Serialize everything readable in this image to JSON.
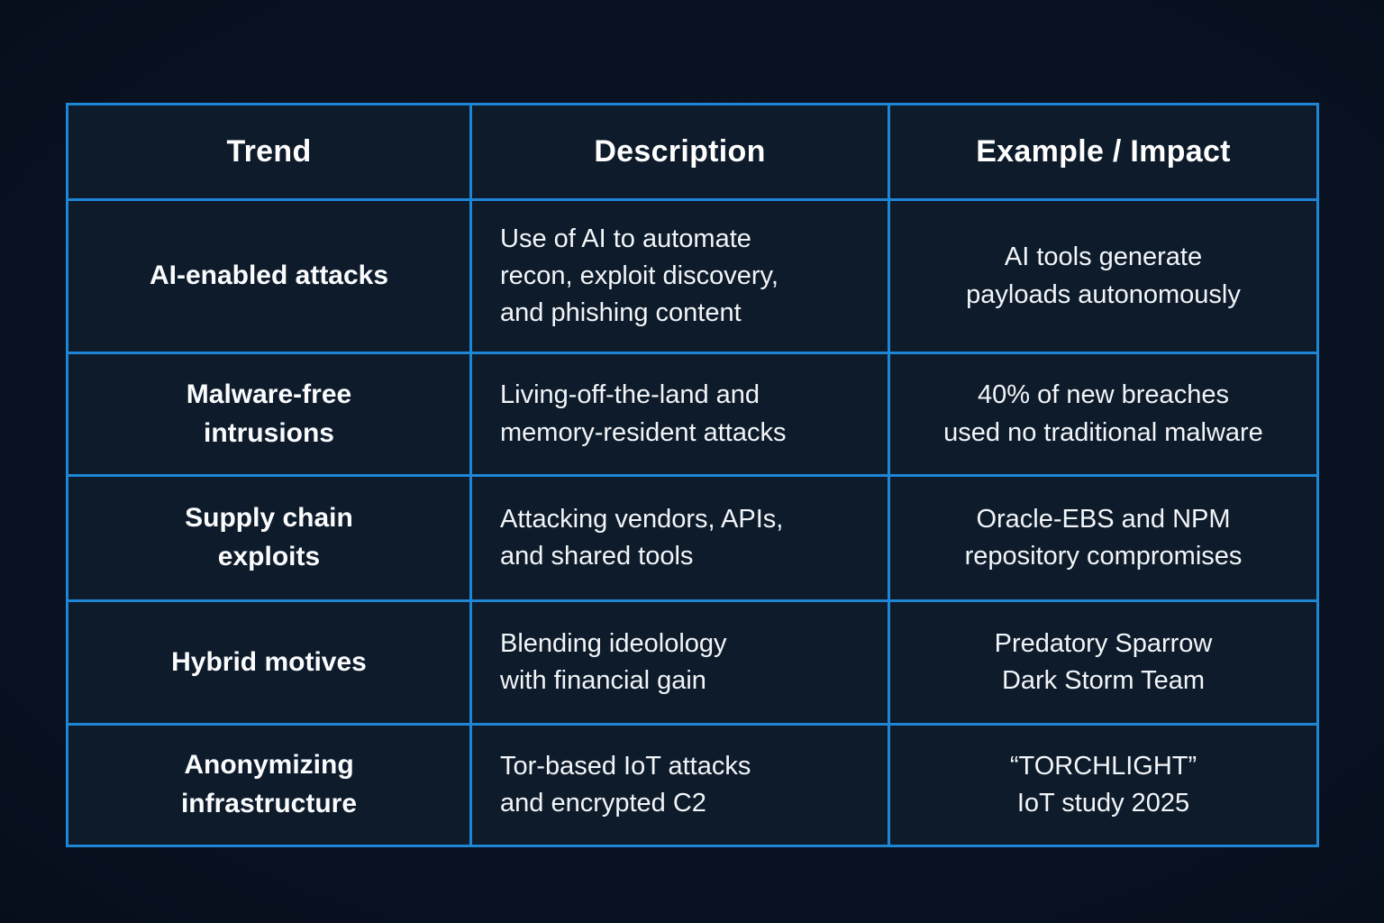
{
  "table": {
    "columns": [
      {
        "label": "Trend"
      },
      {
        "label": "Description"
      },
      {
        "label": "Example / Impact"
      }
    ],
    "rows": [
      {
        "trend": "AI-enabled attacks",
        "description": "Use of AI to automate\nrecon, exploit discovery,\nand phishing content",
        "example": "AI tools generate\npayloads autonomously"
      },
      {
        "trend": "Malware-free\nintrusions",
        "description": "Living-off-the-land and\nmemory-resident attacks",
        "example": "40% of new breaches\nused no traditional malware"
      },
      {
        "trend": "Supply chain\nexploits",
        "description": "Attacking vendors, APIs,\nand shared tools",
        "example": "Oracle-EBS and NPM\nrepository compromises"
      },
      {
        "trend": "Hybrid motives",
        "description": "Blending ideolology\nwith financial gain",
        "example": "Predatory Sparrow\nDark Storm Team"
      },
      {
        "trend": "Anonymizing\ninfrastructure",
        "description": "Tor-based IoT attacks\nand encrypted C2",
        "example": "“TORCHLIGHT”\nIoT study 2025"
      }
    ]
  },
  "colors": {
    "table_border": "#1f86d6",
    "cell_background": "#0d1b2b",
    "page_background": "#081120",
    "text": "#f2f5f8"
  }
}
